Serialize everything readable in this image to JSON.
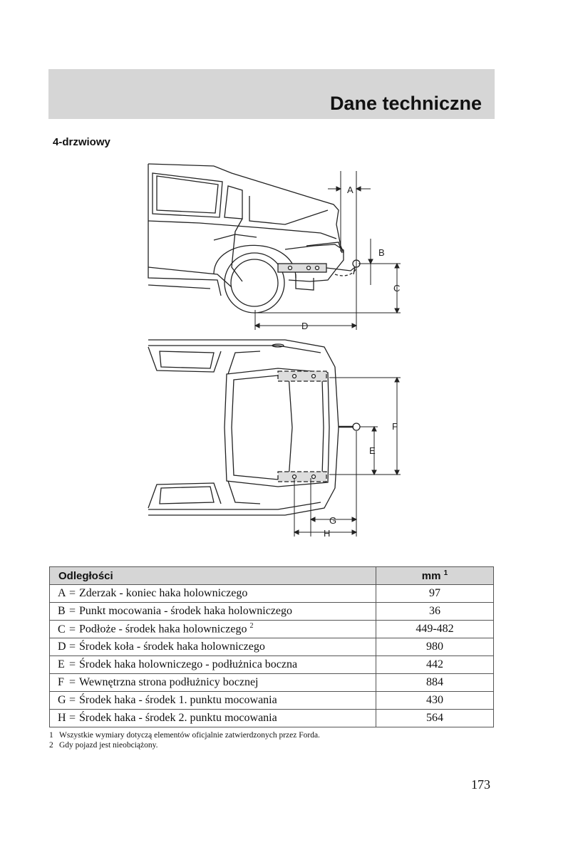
{
  "header": {
    "title": "Dane techniczne"
  },
  "section": {
    "title": "4-drzwiowy"
  },
  "diagram": {
    "labels": [
      "A",
      "B",
      "C",
      "D",
      "F",
      "E",
      "G",
      "H"
    ]
  },
  "table": {
    "header": {
      "col1": "Odległości",
      "col2": "mm",
      "col2_sup": "1"
    },
    "rows": [
      {
        "key": "A",
        "eq": "=",
        "label": "Zderzak - koniec haka holowniczego",
        "sup": "",
        "value": "97"
      },
      {
        "key": "B",
        "eq": "=",
        "label": "Punkt mocowania - środek haka holowniczego",
        "sup": "",
        "value": "36"
      },
      {
        "key": "C",
        "eq": "=",
        "label": "Podłoże - środek haka holowniczego",
        "sup": "2",
        "value": "449-482"
      },
      {
        "key": "D",
        "eq": "=",
        "label": "Środek koła - środek haka holowniczego",
        "sup": "",
        "value": "980"
      },
      {
        "key": "E",
        "eq": "=",
        "label": "Środek haka holowniczego - podłużnica boczna",
        "sup": "",
        "value": "442"
      },
      {
        "key": "F",
        "eq": "=",
        "label": "Wewnętrzna strona podłużnicy bocznej",
        "sup": "",
        "value": "884"
      },
      {
        "key": "G",
        "eq": "=",
        "label": "Środek haka - środek 1. punktu mocowania",
        "sup": "",
        "value": "430"
      },
      {
        "key": "H",
        "eq": "=",
        "label": "Środek haka - środek 2. punktu mocowania",
        "sup": "",
        "value": "564"
      }
    ]
  },
  "footnotes": [
    {
      "num": "1",
      "text": "Wszystkie wymiary dotyczą elementów oficjalnie zatwierdzonych przez Forda."
    },
    {
      "num": "2",
      "text": "Gdy pojazd jest nieobciążony."
    }
  ],
  "page": {
    "number": "173"
  }
}
